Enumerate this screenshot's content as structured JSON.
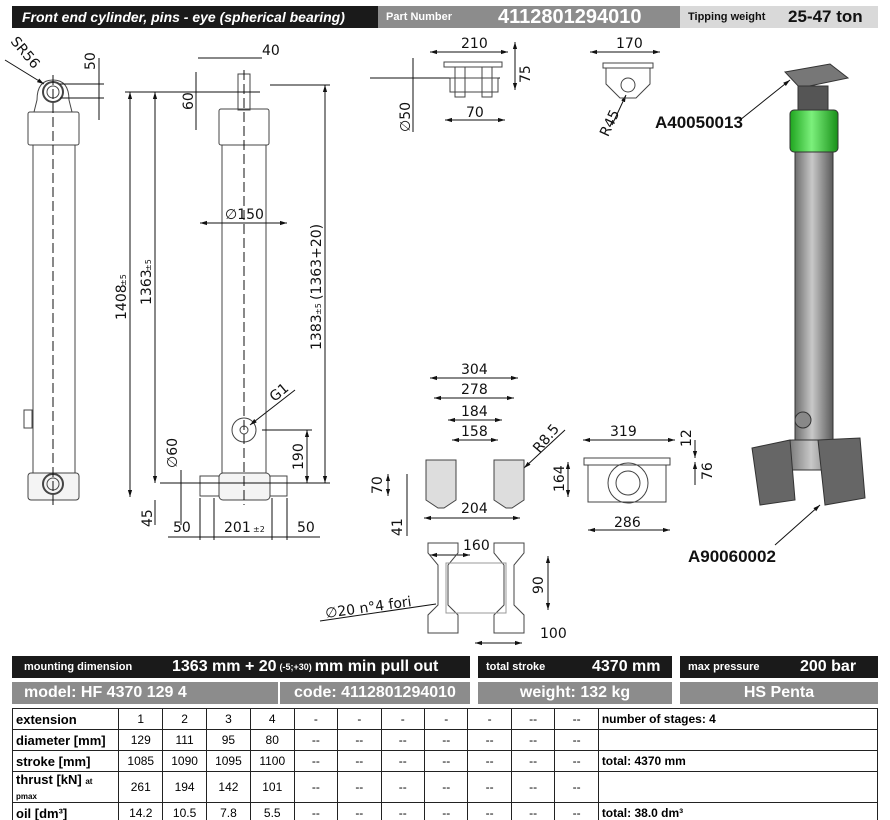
{
  "header": {
    "title": "Front end cylinder, pins - eye (spherical bearing)",
    "part_number_label": "Part Number",
    "part_number": "4112801294010",
    "tipping_weight_label": "Tipping weight",
    "tipping_weight": "25-47 ton"
  },
  "drawing": {
    "dims": {
      "sr56": "SR56",
      "d50a": "50",
      "d40": "40",
      "d60": "60",
      "dia150": "∅150",
      "d1408": "1408",
      "d1363": "1363",
      "tol5": "±5",
      "d1383": "1383",
      "d1383b": "(1363+20)",
      "g1": "G1",
      "dia60": "∅60",
      "d190": "190",
      "d45": "45",
      "d50b": "50",
      "d201": "201",
      "tol2": "±2",
      "d50c": "50",
      "d210": "210",
      "d75": "75",
      "dia50": "∅50",
      "d70": "70",
      "d170": "170",
      "r45": "R45",
      "d304": "304",
      "d278": "278",
      "d184": "184",
      "d158": "158",
      "r85": "R8.5",
      "d70b": "70",
      "d41": "41",
      "d204": "204",
      "d319": "319",
      "d12": "12",
      "d164": "164",
      "d76": "76",
      "d286": "286",
      "d160": "160",
      "d90": "90",
      "d100": "100",
      "holes": "∅20 n°4 fori"
    },
    "part_labels": {
      "top": "A40050013",
      "bottom": "A90060002"
    },
    "colors": {
      "collar": "#3fd13f",
      "tube": "#9a9a9a"
    }
  },
  "specs": {
    "mounting_label": "mounting dimension",
    "mounting_value_a": "1363 mm + 20",
    "mounting_tol": "(-5;+30)",
    "mounting_value_b": "mm min pull out",
    "total_stroke_label": "total stroke",
    "total_stroke": "4370 mm",
    "max_pressure_label": "max pressure",
    "max_pressure": "200 bar",
    "model": "model: HF 4370 129 4",
    "code": "code: 4112801294010",
    "weight": "weight: 132 kg",
    "brand": "HS Penta"
  },
  "table": {
    "rows": [
      {
        "label": "extension",
        "sub": "",
        "cells": [
          "1",
          "2",
          "3",
          "4",
          "-",
          "-",
          "-",
          "-",
          "-",
          "--",
          "--"
        ],
        "note": "number of stages: 4"
      },
      {
        "label": "diameter [mm]",
        "sub": "",
        "cells": [
          "129",
          "111",
          "95",
          "80",
          "--",
          "--",
          "--",
          "--",
          "--",
          "--",
          "--"
        ],
        "note": ""
      },
      {
        "label": "stroke [mm]",
        "sub": "",
        "cells": [
          "1085",
          "1090",
          "1095",
          "1100",
          "--",
          "--",
          "--",
          "--",
          "--",
          "--",
          "--"
        ],
        "note": "total: 4370 mm"
      },
      {
        "label": "thrust [kN]",
        "sub": "at pmax",
        "cells": [
          "261",
          "194",
          "142",
          "101",
          "--",
          "--",
          "--",
          "--",
          "--",
          "--",
          "--"
        ],
        "note": ""
      },
      {
        "label": "oil [dm³]",
        "sub": "",
        "cells": [
          "14.2",
          "10.5",
          "7.8",
          "5.5",
          "--",
          "--",
          "--",
          "--",
          "--",
          "--",
          "--"
        ],
        "note": "total: 38.0 dm³"
      }
    ]
  }
}
